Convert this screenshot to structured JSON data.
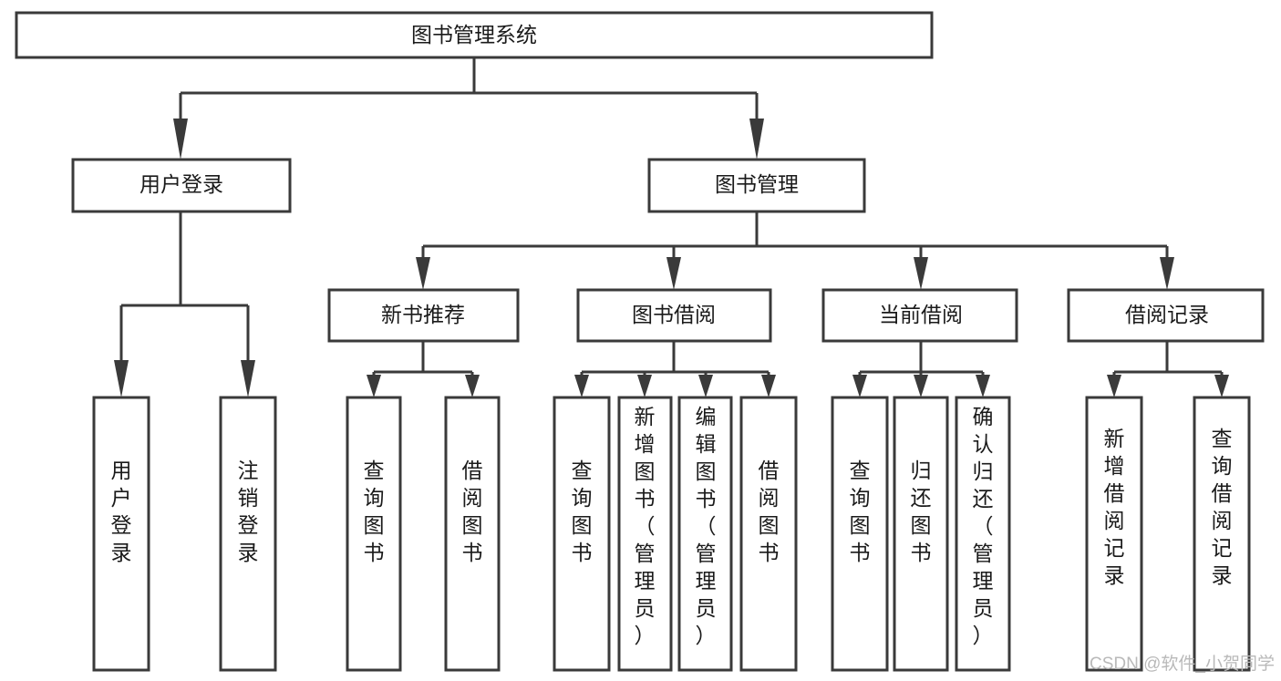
{
  "diagram": {
    "type": "tree-hierarchy-chart",
    "title": "图书管理系统",
    "root": {
      "id": "root",
      "label": "图书管理系统",
      "orientation": "horizontal"
    },
    "level2": [
      {
        "id": "user-login",
        "label": "用户登录",
        "orientation": "horizontal"
      },
      {
        "id": "book-manage",
        "label": "图书管理",
        "orientation": "horizontal"
      }
    ],
    "level3": [
      {
        "id": "new-book-recommend",
        "label": "新书推荐",
        "orientation": "horizontal",
        "parent": "book-manage"
      },
      {
        "id": "book-borrow",
        "label": "图书借阅",
        "orientation": "horizontal",
        "parent": "book-manage"
      },
      {
        "id": "current-borrow",
        "label": "当前借阅",
        "orientation": "horizontal",
        "parent": "book-manage"
      },
      {
        "id": "borrow-record",
        "label": "借阅记录",
        "orientation": "horizontal",
        "parent": "book-manage"
      }
    ],
    "leaves": {
      "user-login": [
        {
          "id": "leaf-user-login",
          "label": "用户登录",
          "orientation": "vertical"
        },
        {
          "id": "leaf-logout",
          "label": "注销登录",
          "orientation": "vertical"
        }
      ],
      "new-book-recommend": [
        {
          "id": "leaf-query-book-1",
          "label": "查询图书",
          "orientation": "vertical"
        },
        {
          "id": "leaf-borrow-book-1",
          "label": "借阅图书",
          "orientation": "vertical"
        }
      ],
      "book-borrow": [
        {
          "id": "leaf-query-book-2",
          "label": "查询图书",
          "orientation": "vertical"
        },
        {
          "id": "leaf-add-book",
          "label": "新增图书（管理员）",
          "orientation": "vertical"
        },
        {
          "id": "leaf-edit-book",
          "label": "编辑图书（管理员）",
          "orientation": "vertical"
        },
        {
          "id": "leaf-borrow-book-2",
          "label": "借阅图书",
          "orientation": "vertical"
        }
      ],
      "current-borrow": [
        {
          "id": "leaf-query-book-3",
          "label": "查询图书",
          "orientation": "vertical"
        },
        {
          "id": "leaf-return-book",
          "label": "归还图书",
          "orientation": "vertical"
        },
        {
          "id": "leaf-confirm-return",
          "label": "确认归还（管理员）",
          "orientation": "vertical"
        }
      ],
      "borrow-record": [
        {
          "id": "leaf-add-record",
          "label": "新增借阅记录",
          "orientation": "vertical"
        },
        {
          "id": "leaf-query-record",
          "label": "查询借阅记录",
          "orientation": "vertical"
        }
      ]
    }
  },
  "watermark": {
    "text": "CSDN @软件_小贺同学"
  },
  "colors": {
    "box_stroke": "#3a3a3a",
    "box_fill": "#ffffff",
    "text": "#1a1a1a",
    "connector": "#3a3a3a",
    "watermark": "#b9b9b9",
    "background": "#ffffff"
  }
}
